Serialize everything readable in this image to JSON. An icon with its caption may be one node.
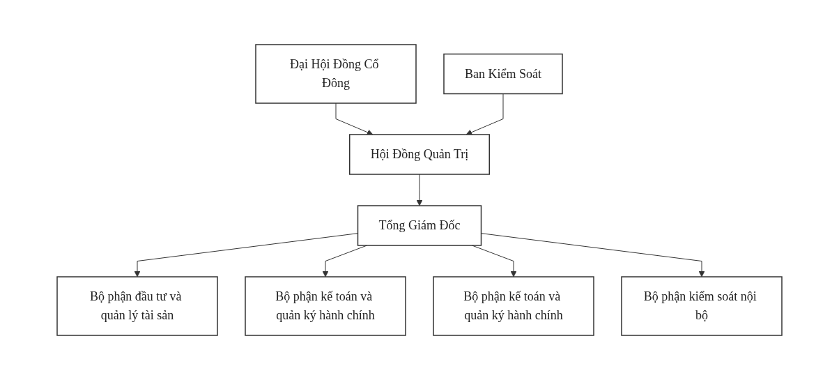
{
  "diagram": {
    "nodes": [
      {
        "text": [
          "Đại Hội Đồng Cổ Đông"
        ]
      },
      {
        "text": [
          "Ban Kiểm Soát"
        ]
      },
      {
        "text": [
          "Hội Đồng Quản Trị"
        ]
      },
      {
        "text": [
          "Tổng Giám Đốc"
        ]
      },
      {
        "text": [
          "Bộ phận đầu tư và quản lý tài sản"
        ]
      },
      {
        "text": [
          "Bộ phận kế toán và quản ký hành chính"
        ]
      },
      {
        "text": [
          "Bộ phận kế toán và quản ký hành chính"
        ]
      },
      {
        "text": [
          "Bộ phận kiểm soát nội bộ"
        ]
      }
    ],
    "edges": [
      {
        "from": 0,
        "to": 2,
        "arrow": "to"
      },
      {
        "from": 1,
        "to": 2,
        "arrow": "to"
      },
      {
        "from": 2,
        "to": 3,
        "arrow": "to"
      },
      {
        "from": 3,
        "to": 4,
        "arrow": "to"
      },
      {
        "from": 3,
        "to": 5,
        "arrow": "to"
      },
      {
        "from": 3,
        "to": 6,
        "arrow": "to"
      },
      {
        "from": 3,
        "to": 7,
        "arrow": "to"
      }
    ]
  }
}
